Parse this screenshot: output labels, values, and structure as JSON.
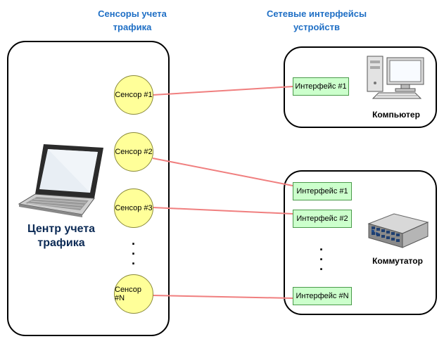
{
  "headings": {
    "sensors": "Сенсоры учета трафика",
    "interfaces": "Сетевые интерфейсы устройств"
  },
  "center": {
    "label": "Центр учета трафика",
    "icon": "laptop-icon"
  },
  "sensors": [
    "Сенсор #1",
    "Сенсор #2",
    "Сенсор #3",
    "Сенсор #N"
  ],
  "computer": {
    "label": "Компьютер",
    "icon": "desktop-computer-icon",
    "interfaces": [
      "Интерфейс #1"
    ]
  },
  "switch": {
    "label": "Коммутатор",
    "icon": "network-switch-icon",
    "interfaces": [
      "Интерфейс #1",
      "Интерфейс #2",
      "Интерфейс #N"
    ]
  },
  "ellipsis": "· · ·",
  "colors": {
    "heading": "#1f6fc5",
    "sensor_fill": "#ffff99",
    "interface_fill": "#ccffcc",
    "link_line": "#f07f7f"
  }
}
